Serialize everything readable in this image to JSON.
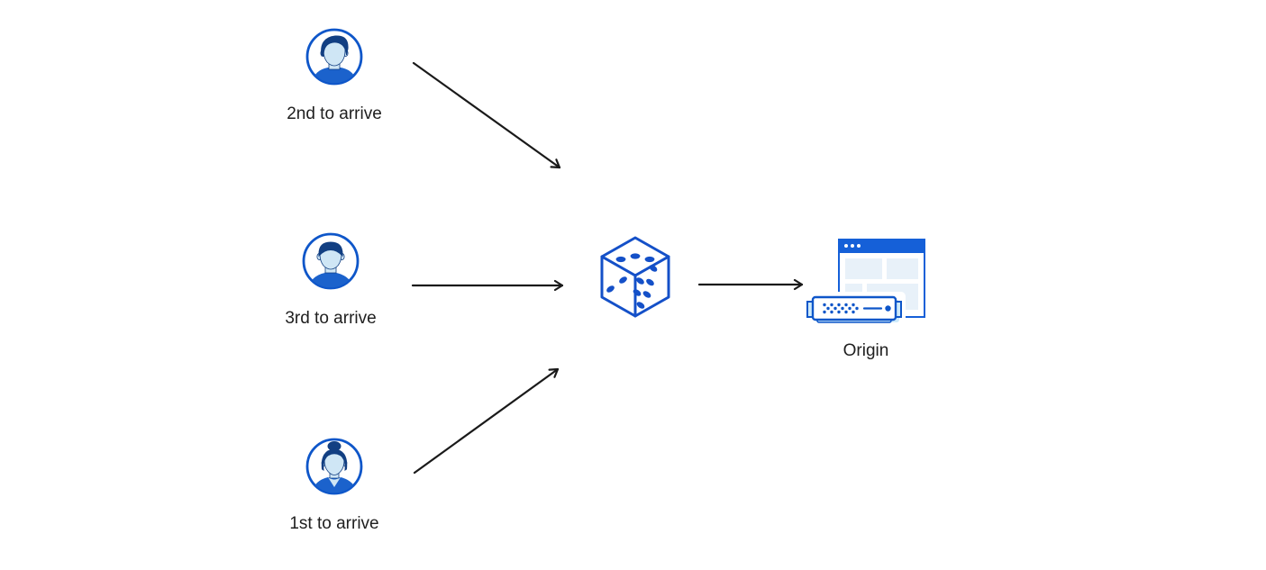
{
  "canvas": {
    "background": "#ffffff"
  },
  "colors": {
    "primary_blue": "#0e56c9",
    "shirt_blue": "#1b62cc",
    "hair_navy": "#123f82",
    "face_light_blue": "#cfe6f5",
    "titlebar_blue": "#1560d8",
    "panel_pale_blue": "#e8f1f9",
    "server_light_blue": "#cdeafa",
    "arrow_black": "#1a1a1a",
    "label_text": "#202020"
  },
  "nodes": {
    "users": [
      {
        "id": "user-2nd",
        "label": "2nd to arrive",
        "icon": "male-avatar-pompadour-icon"
      },
      {
        "id": "user-3rd",
        "label": "3rd to arrive",
        "icon": "male-avatar-short-hair-icon"
      },
      {
        "id": "user-1st",
        "label": "1st to arrive",
        "icon": "female-avatar-bun-icon"
      }
    ],
    "selector": {
      "id": "dice",
      "icon": "dice-icon"
    },
    "origin": {
      "id": "origin",
      "label": "Origin",
      "icon": "origin-server-icon"
    }
  },
  "connections": [
    {
      "from": "user-2nd",
      "to": "dice"
    },
    {
      "from": "user-3rd",
      "to": "dice"
    },
    {
      "from": "user-1st",
      "to": "dice"
    },
    {
      "from": "dice",
      "to": "origin"
    }
  ]
}
